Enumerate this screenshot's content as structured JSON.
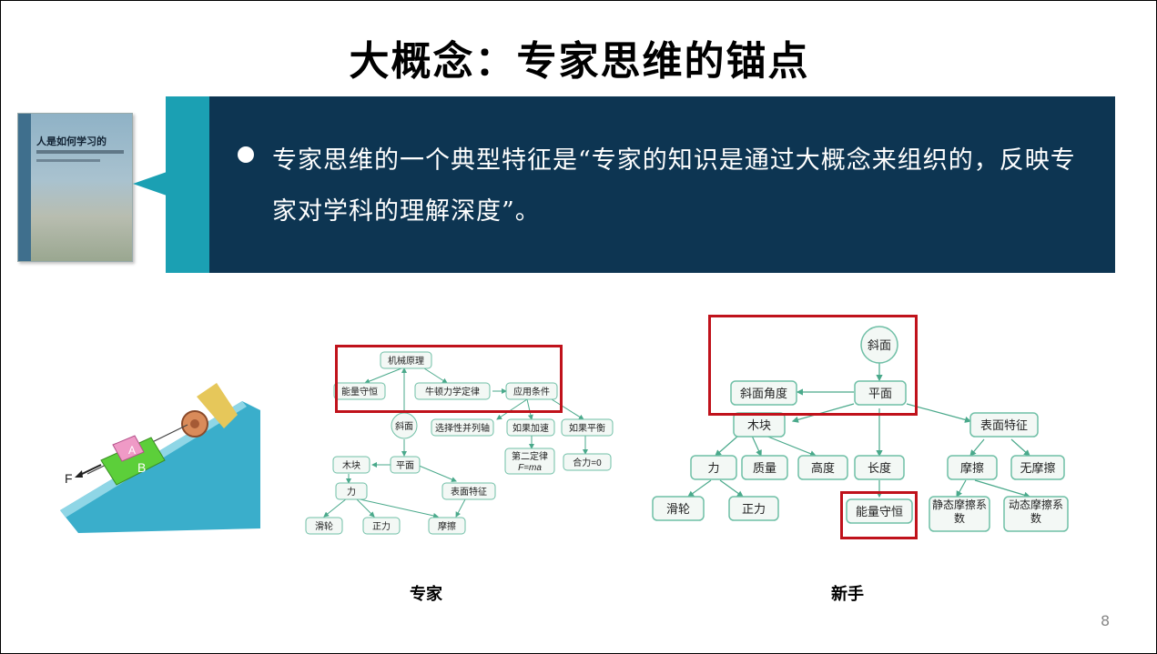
{
  "title": "大概念：专家思维的锚点",
  "book": {
    "cover_title": "人是如何学习的"
  },
  "quote": {
    "text": "专家思维的一个典型特征是“专家的知识是通过大概念来组织的，反映专家对学科的理解深度”。"
  },
  "incline": {
    "force_label": "F",
    "block_a": "A",
    "block_b": "B"
  },
  "expert_map": {
    "nodes": {
      "jixie": "机械原理",
      "nengliang": "能量守恒",
      "niudun": "牛顿力学定律",
      "yingyong": "应用条件",
      "xiemian": "斜面",
      "xuanze": "选择性并列轴",
      "jiasu": "如果加速",
      "pingheng": "如果平衡",
      "dier": "第二定律",
      "dier_formula": "F=ma",
      "heli": "合力=0",
      "mukuai": "木块",
      "pingmian": "平面",
      "li": "力",
      "biaomian": "表面特征",
      "hualun": "滑轮",
      "zhengli": "正力",
      "moca": "摩擦"
    }
  },
  "novice_map": {
    "nodes": {
      "xiemian": "斜面",
      "xiemianjiaodu": "斜面角度",
      "pingmian": "平面",
      "mukuai": "木块",
      "biaomian": "表面特征",
      "li": "力",
      "zhiliang": "质量",
      "gaodu": "高度",
      "changdu": "长度",
      "moca": "摩擦",
      "wumoca": "无摩擦",
      "hualun": "滑轮",
      "zhengli": "正力",
      "nengliang": "能量守恒",
      "jingtai": "静态摩擦系数",
      "dongtai": "动态摩擦系数"
    }
  },
  "captions": {
    "expert": "专家",
    "novice": "新手"
  },
  "page_number": "8",
  "colors": {
    "accent": "#1ba0b3",
    "dark_panel": "#0d3552",
    "highlight": "#c0121b",
    "node_border": "#6fbfa6",
    "node_fill": "#f3f8f5"
  }
}
